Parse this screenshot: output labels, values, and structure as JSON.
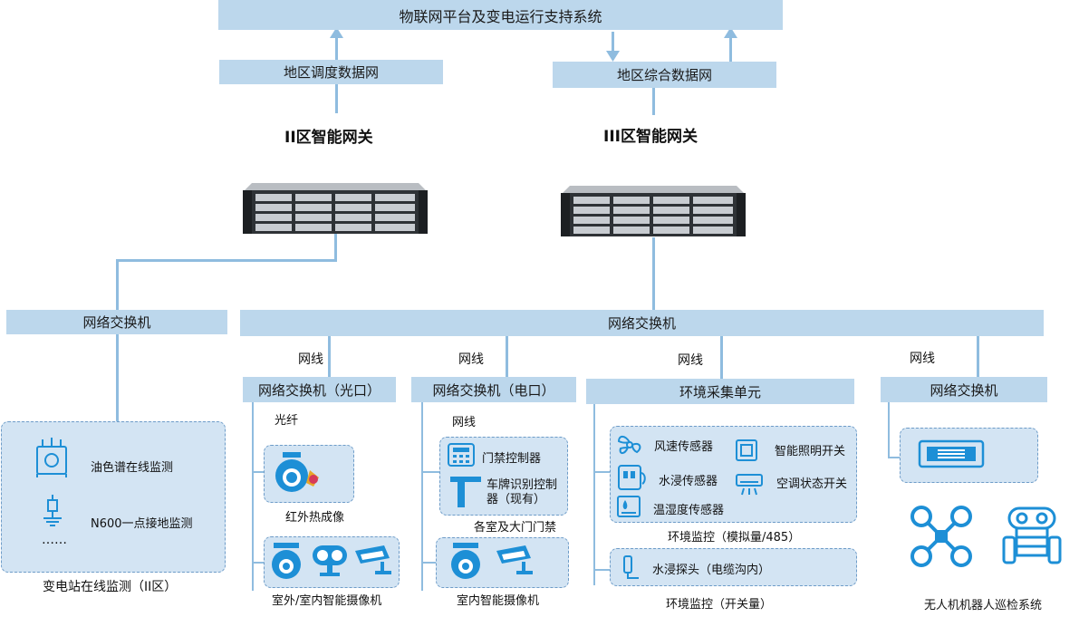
{
  "platform": "物联网平台及变电运行支持系统",
  "network2": "地区调度数据网",
  "network3": "地区综合数据网",
  "gateway2": "II区智能网关",
  "gateway3": "III区智能网关",
  "switch_left": "网络交换机",
  "switch_main": "网络交换机",
  "branches": {
    "b1": {
      "cable": "网线",
      "switch": "网络交换机（光口）",
      "fiber": "光纤"
    },
    "b2": {
      "cable": "网线",
      "switch": "网络交换机（电口）",
      "cable2": "网线"
    },
    "b3": {
      "cable": "网线",
      "switch": "环境采集单元"
    },
    "b4": {
      "cable": "网线",
      "switch": "网络交换机"
    }
  },
  "online_monitor": {
    "oil": "油色谱在线监测",
    "ground": "N600一点接地监测",
    "more": "……",
    "caption": "变电站在线监测（II区）"
  },
  "thermal": {
    "label": "红外热成像"
  },
  "cameras_outdoor": {
    "caption": "室外/室内智能摄像机"
  },
  "access": {
    "door": "门禁控制器",
    "plate": "车牌识别控制器（现有）",
    "caption": "各室及大门门禁"
  },
  "cameras_indoor": {
    "caption": "室内智能摄像机"
  },
  "env_analog": {
    "wind": "风速传感器",
    "light": "智能照明开关",
    "water": "水浸传感器",
    "ac": "空调状态开关",
    "temp": "温湿度传感器",
    "caption": "环境监控（模拟量/485）"
  },
  "env_switch": {
    "probe": "水浸探头（电缆沟内）",
    "caption": "环境监控（开关量）"
  },
  "robot": {
    "caption": "无人机机器人巡检系统"
  },
  "colors": {
    "bar": "#bcd7ec",
    "line": "#8fbcdf",
    "box": "#d3e4f3",
    "icon": "#1d8fd6"
  }
}
